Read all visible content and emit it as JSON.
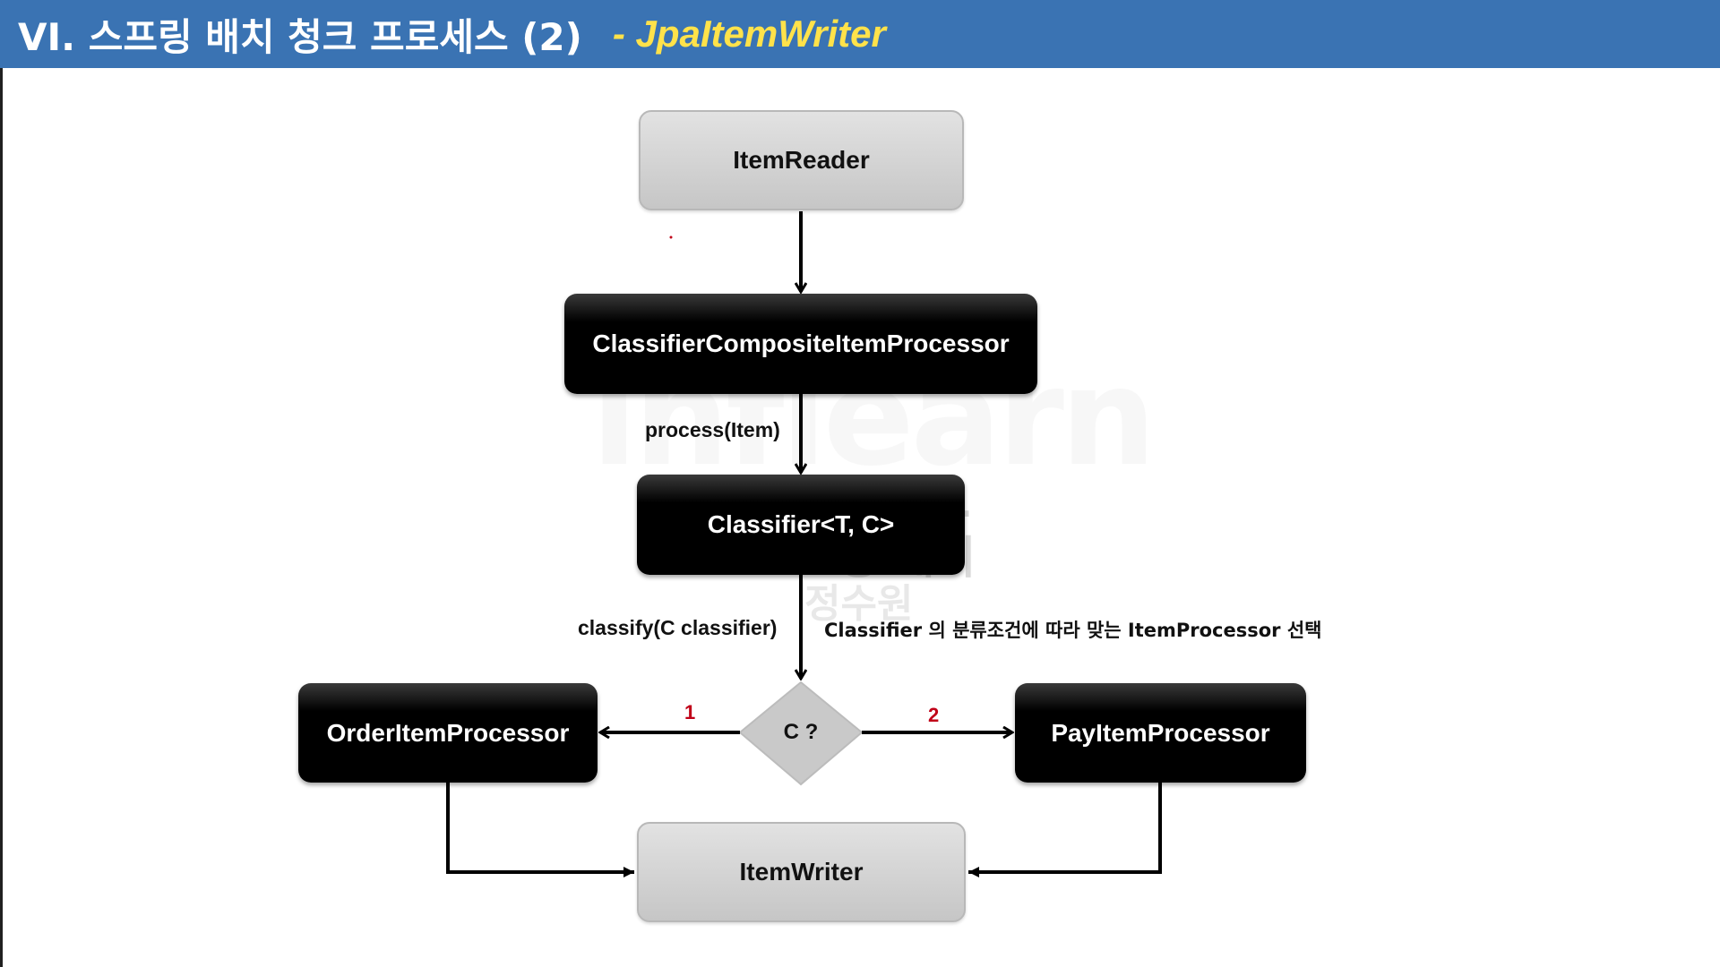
{
  "header": {
    "title": "VI. 스프링 배치 청크 프로세스 (2)",
    "subtitle": "- JpaItemWriter"
  },
  "diagram": {
    "item_reader": "ItemReader",
    "composite_processor": "ClassifierCompositeItemProcessor",
    "process_label": "process(Item)",
    "classifier": "Classifier<T, C>",
    "classify_label": "classify(C classifier)",
    "classifier_note": "Classifier 의 분류조건에 따라 맞는 ItemProcessor 선택",
    "decision": "C ?",
    "branch_1": "1",
    "branch_2": "2",
    "order_processor": "OrderItemProcessor",
    "pay_processor": "PayItemProcessor",
    "item_writer": "ItemWriter"
  },
  "watermark": {
    "brand": "inflearn",
    "id": "960161",
    "course": "스프링 배치",
    "name": "정수원"
  },
  "colors": {
    "header_bg": "#3a73b3",
    "subtitle": "#ffe24a",
    "branch_number": "#c00018"
  }
}
